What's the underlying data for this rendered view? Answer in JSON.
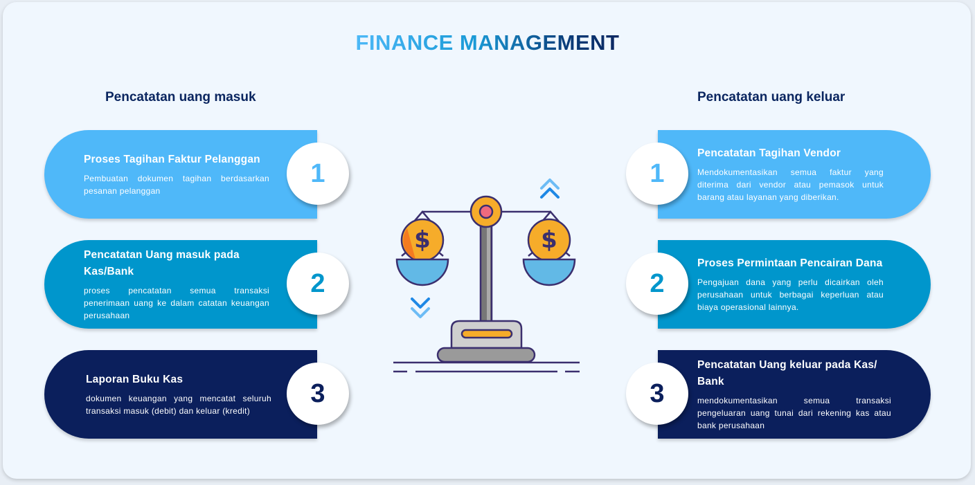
{
  "title": "FINANCE MANAGEMENT",
  "left": {
    "heading": "Pencatatan uang masuk",
    "items": [
      {
        "number": "1",
        "title": "Proses Tagihan Faktur Pelanggan",
        "description": "Pembuatan dokumen tagihan berdasarkan pesanan pelanggan"
      },
      {
        "number": "2",
        "title": "Pencatatan Uang masuk pada Kas/Bank",
        "description": "proses pencatatan semua transaksi penerimaan uang ke dalam catatan keuangan perusahaan"
      },
      {
        "number": "3",
        "title": "Laporan Buku Kas",
        "description": "dokumen keuangan yang mencatat seluruh transaksi masuk (debit) dan keluar (kredit)"
      }
    ]
  },
  "right": {
    "heading": "Pencatatan uang keluar",
    "items": [
      {
        "number": "1",
        "title": "Pencatatan Tagihan Vendor",
        "description": "Mendokumentasikan semua faktur yang diterima dari vendor atau pemasok untuk barang atau layanan yang diberikan."
      },
      {
        "number": "2",
        "title": "Proses Permintaan Pencairan Dana",
        "description": "Pengajuan dana yang perlu dicairkan oleh perusahaan untuk berbagai keperluan atau biaya operasional lainnya."
      },
      {
        "number": "3",
        "title": "Pencatatan Uang keluar pada Kas/ Bank",
        "description": "mendokumentasikan semua transaksi pengeluaran uang tunai dari rekening kas atau bank perusahaan"
      }
    ]
  },
  "colors": {
    "light": "#4fb8f9",
    "medium": "#0096cc",
    "dark": "#0b1f5c"
  }
}
